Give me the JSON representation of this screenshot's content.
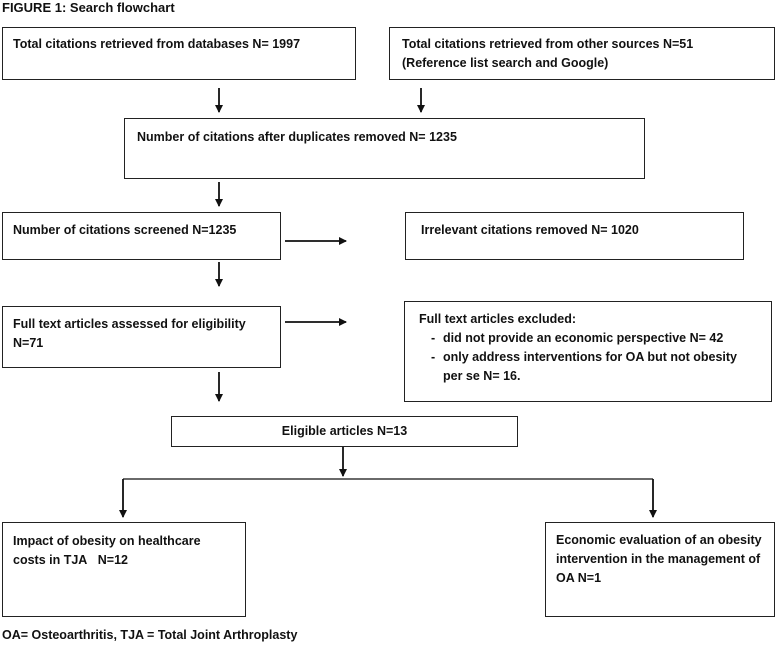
{
  "title": "FIGURE 1: Search flowchart",
  "boxes": {
    "databases": "Total citations retrieved from databases N= 1997",
    "other_sources_line1": "Total citations retrieved from other sources N=51",
    "other_sources_line2": "(Reference list search and Google)",
    "after_duplicates": "Number of citations after duplicates removed N= 1235",
    "screened": "Number of citations screened N=1235",
    "irrelevant": "Irrelevant citations removed N= 1020",
    "full_text_assessed": "Full text articles assessed for eligibility N=71",
    "excluded_title": "Full text articles excluded:",
    "excluded_reasons": [
      "did not provide an economic perspective N= 42",
      "only address interventions for OA but not obesity per se N= 16."
    ],
    "eligible": "Eligible articles N=13",
    "impact": "Impact of obesity on healthcare costs in TJA   N=12",
    "economic_eval": "Economic evaluation of an obesity intervention in the management of OA N=1"
  },
  "footnote": "OA= Osteoarthritis, TJA = Total Joint Arthroplasty"
}
